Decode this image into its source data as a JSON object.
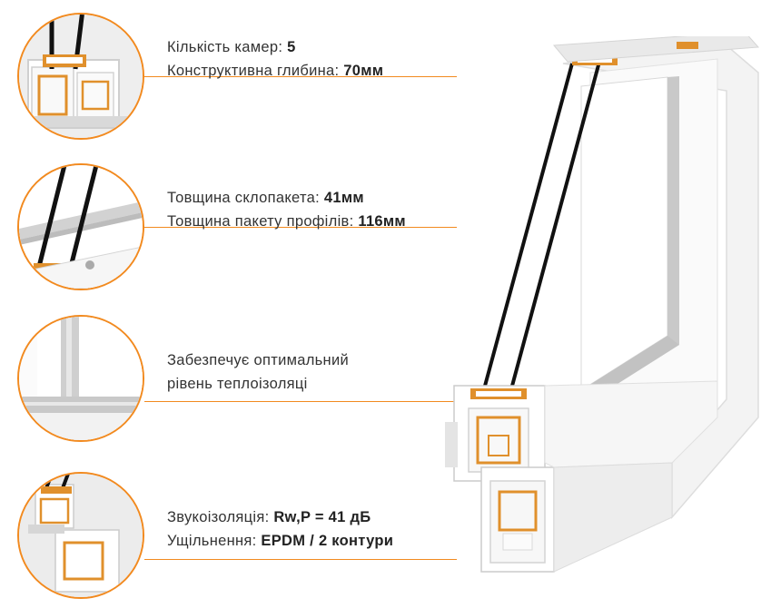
{
  "features": [
    {
      "lines": [
        {
          "label": "Кількість камер: ",
          "value": "5"
        },
        {
          "label": "Конструктивна глибина: ",
          "value": "70мм"
        }
      ]
    },
    {
      "lines": [
        {
          "label": "Товщина склопакета: ",
          "value": "41мм"
        },
        {
          "label": "Товщина пакету профілів: ",
          "value": "116мм"
        }
      ]
    },
    {
      "lines": [
        {
          "label": "Забезпечує оптимальний",
          "value": ""
        },
        {
          "label": "рівень теплоізоляці",
          "value": ""
        }
      ]
    },
    {
      "lines": [
        {
          "label": "Звукоізоляція: ",
          "value": "Rw,P = 41 дБ"
        },
        {
          "label": "Ущільнення: ",
          "value": "EPDM / 2 контури"
        }
      ]
    }
  ],
  "colors": {
    "accent": "#f28a1f",
    "profile": "#f7f7f7",
    "gasket": "#1a1a1a"
  }
}
